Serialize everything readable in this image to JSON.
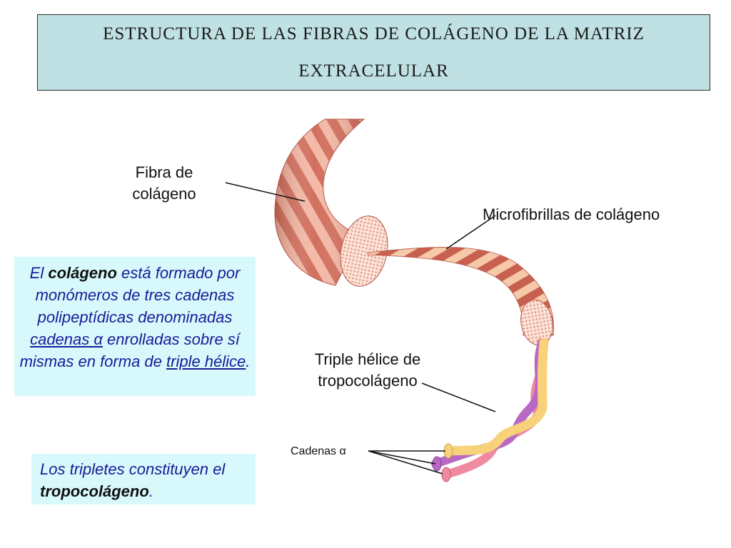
{
  "title": {
    "line1": "ESTRUCTURA DE LAS FIBRAS DE COLÁGENO DE LA MATRIZ",
    "line2": "EXTRACELULAR"
  },
  "labels": {
    "fibra_line1": "Fibra de",
    "fibra_line2": "colágeno",
    "microfibrillas": "Microfibrillas de colágeno",
    "triple_line1": "Triple hélice de",
    "triple_line2": "tropocolágeno",
    "cadenas": "Cadenas α"
  },
  "info_box_1": {
    "t1": "El ",
    "b1": "colágeno",
    "t2": " está formado por monómeros de tres cadenas polipeptídicas denominadas ",
    "u1": "cadenas α",
    "t3": " enrolladas sobre sí mismas en forma de ",
    "u2": "triple hélice",
    "t4": "."
  },
  "info_box_2": {
    "t1": "Los tripletes constituyen el ",
    "b1": "tropocolágeno",
    "t2": "."
  },
  "colors": {
    "title_bg": "#bfe1e3",
    "info_bg": "#d7f9fb",
    "info_text": "#1a1a99",
    "fiber_light": "#f3b9a6",
    "fiber_dark": "#c8604f",
    "strand_pink": "#f08aa0",
    "strand_purple": "#b968c4",
    "strand_yellow": "#f7d27a"
  }
}
